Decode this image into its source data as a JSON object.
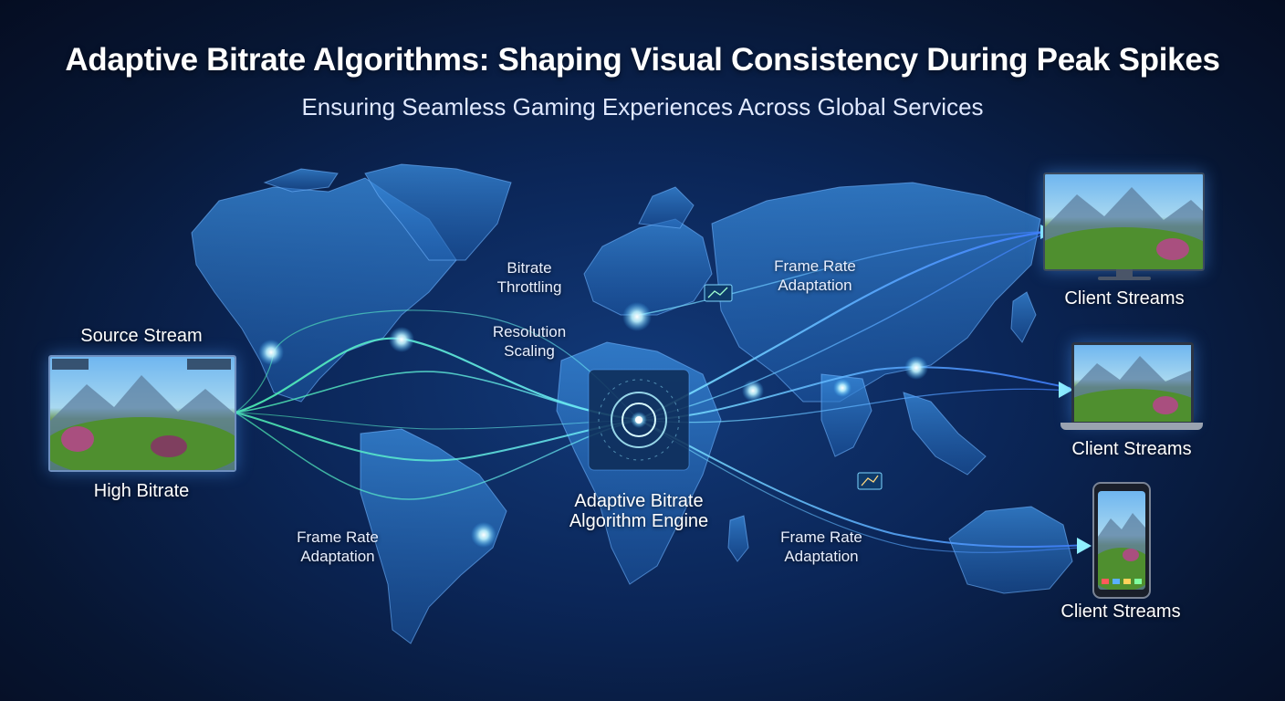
{
  "header": {
    "title": "Adaptive Bitrate Algorithms: Shaping Visual Consistency During Peak Spikes",
    "subtitle": "Ensuring Seamless Gaming Experiences Across Global Services"
  },
  "source": {
    "top_label": "Source Stream",
    "bottom_label": "High Bitrate"
  },
  "engine": {
    "label_line1": "Adaptive Bitrate",
    "label_line2": "Algorithm Engine"
  },
  "techniques": {
    "bitrate_throttling": [
      "Bitrate",
      "Throttling"
    ],
    "resolution_scaling": [
      "Resolution",
      "Scaling"
    ],
    "frame_rate_top": [
      "Frame Rate",
      "Adaptation"
    ],
    "frame_rate_left": [
      "Frame Rate",
      "Adaptation"
    ],
    "frame_rate_right": [
      "Frame Rate",
      "Adaptation"
    ]
  },
  "clients": [
    {
      "device": "tv-monitor",
      "label": "Client Streams"
    },
    {
      "device": "laptop",
      "label": "Client Streams"
    },
    {
      "device": "smartphone",
      "label": "Client Streams"
    }
  ],
  "colors": {
    "background": "#0b2658",
    "land": "#2a78c8",
    "stream_green": "#5df0a8",
    "stream_cyan": "#6fe6ff",
    "stream_blue": "#4f8dff",
    "node_glow": "#bff4ff"
  }
}
